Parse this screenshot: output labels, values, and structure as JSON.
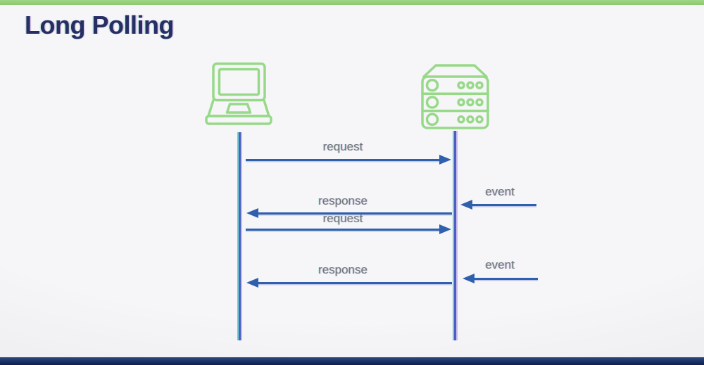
{
  "title": "Long Polling",
  "diagram": {
    "actors": [
      {
        "id": "client",
        "icon": "laptop-icon"
      },
      {
        "id": "server",
        "icon": "server-icon"
      }
    ],
    "messages": [
      {
        "label": "request",
        "from": "client",
        "to": "server"
      },
      {
        "label": "event",
        "from": "external",
        "to": "server"
      },
      {
        "label": "response",
        "from": "server",
        "to": "client"
      },
      {
        "label": "request",
        "from": "client",
        "to": "server"
      },
      {
        "label": "event",
        "from": "external",
        "to": "server"
      },
      {
        "label": "response",
        "from": "server",
        "to": "client"
      }
    ]
  },
  "colors": {
    "accent_green_bar": "#8cc96e",
    "icon_green": "#98d989",
    "arrow_blue": "#2f60ae",
    "lifeline_blue": "#4a5fc0",
    "title_navy": "#262e64",
    "label_gray": "#71767c",
    "footer_navy": "#142a5c",
    "background": "#f4f4f6"
  }
}
